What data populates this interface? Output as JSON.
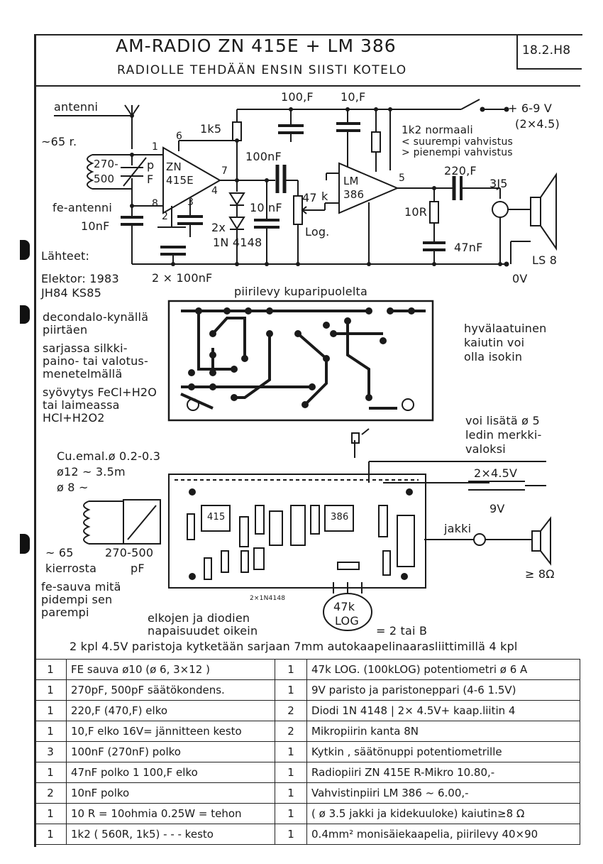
{
  "header": {
    "title": "AM-RADIO    ZN 415E + LM 386",
    "subtitle": "RADIOLLE TEHDÄÄN ENSIN SIISTI KOTELO",
    "date": "18.2.H8"
  },
  "schematic": {
    "labels": {
      "antenna": "antenni",
      "turns": "~65 r.",
      "fe_antenna": "fe-antenni",
      "c_tune_1": "270-",
      "c_tune_2": "500",
      "pf_p": "p",
      "pf_f": "F",
      "c_10nf_left": "10nF",
      "r_1k5": "1k5",
      "c_100nf": "100nF",
      "c_100uf": "100,F",
      "c_10uf": "10,F",
      "c_10nf_mid": "10 nF",
      "pot_47": "47",
      "pot_k": "k",
      "pot_log": "Log.",
      "diodes_1": "2x",
      "diodes_2": "1N  4148",
      "c_2x100nf": "2 × 100nF",
      "ic1_name_1": "ZN",
      "ic1_name_2": "415E",
      "ic2_name_1": "LM",
      "ic2_name_2": "386",
      "note_1k2": "1k2 normaali",
      "note_bigger": "< suurempi vahvistus",
      "note_smaller": "> pienempi vahvistus",
      "supply": "+ 6-9 V",
      "supply_batt": "(2×4.5)",
      "c_220uf": "220,F",
      "jack": "3J5",
      "r_10r": "10R",
      "c_47nf": "47nF",
      "speaker": "LS 8",
      "ground": "0V",
      "pin_1": "1",
      "pin_2": "2",
      "pin_3": "3",
      "pin_4": "4",
      "pin_5": "5",
      "pin_6": "6",
      "pin_7": "7",
      "pin_8": "8"
    }
  },
  "sources": {
    "heading": "Lähteet:",
    "line1": "Elektor: 1983",
    "line2": "JH84 KS85"
  },
  "pcb": {
    "title": "piirilevy kuparipuolelta",
    "notes": [
      "decondalo-kynällä",
      "piirtäen",
      "sarjassa silkki-",
      "paino- tai valotus-",
      "menetelmällä",
      "syövytys FeCl+H2O",
      "tai laimeassa",
      "HCl+H2O2"
    ],
    "speaker_note": [
      "hyvälaatuinen",
      "kaiutin voi",
      "olla isokin"
    ]
  },
  "layout_section": {
    "coil_notes": [
      "Cu.emal.ø 0.2-0.3",
      "ø12 ~ 3.5m",
      "ø 8 ~"
    ],
    "turns_note": [
      "~ 65",
      "kierrosta"
    ],
    "cap_note": [
      "270-500",
      "pF"
    ],
    "rod_note": [
      "fe-sauva mitä",
      "pidempi sen",
      "parempi"
    ],
    "polarity_note": [
      "elkojen ja diodien",
      "napaisuudet oikein"
    ],
    "led_note": [
      "voi lisätä ø 5",
      "ledin merkki-",
      "valoksi"
    ],
    "battery": "2×4.5V",
    "battery_9v": "9V",
    "jack_label": "jakki",
    "speaker_ohm": "≥ 8Ω",
    "pot_label_1": "47k",
    "pot_label_2": "LOG",
    "pot_equals": "= 2 tai B",
    "ic1": "415",
    "ic2": "386",
    "diodes_tiny": "2×1N4148"
  },
  "battery_line": "2 kpl 4.5V paristoja kytketään sarjaan 7mm autokaapelinaarasliittimillä  4 kpl",
  "parts": [
    {
      "q1": "1",
      "d1": "FE sauva  ø10    (ø 6,  3×12 )",
      "q2": "1",
      "d2": "47k LOG. (100kLOG) potentiometri ø 6 A"
    },
    {
      "q1": "1",
      "d1": "270pF, 500pF säätökondens.",
      "q2": "1",
      "d2": "9V paristo ja paristoneppari (4-6  1.5V)"
    },
    {
      "q1": "1",
      "d1": "220,F (470,F) elko",
      "q2": "2",
      "d2": "Diodi  1N 4148  | 2× 4.5V+ kaap.liitin 4"
    },
    {
      "q1": "1",
      "d1": "10,F elko 16V= jännitteen kesto",
      "q2": "2",
      "d2": "Mikropiirin kanta  8N"
    },
    {
      "q1": "3",
      "d1": "100nF  (270nF) polko",
      "q2": "1",
      "d2": "Kytkin , säätönuppi  potentiometrille"
    },
    {
      "q1": "1",
      "d1": "47nF polko    1   100,F elko",
      "q2": "1",
      "d2": "Radiopiiri    ZN 415E    R-Mikro 10.80,-"
    },
    {
      "q1": "2",
      "d1": "10nF  polko",
      "q2": "1",
      "d2": "Vahvistinpiiri   LM 386          ~  6.00,-"
    },
    {
      "q1": "1",
      "d1": "10 R = 10ohmia   0.25W = tehon",
      "q2": "1",
      "d2": "( ø 3.5 jakki  ja kidekuuloke) kaiutin≥8 Ω"
    },
    {
      "q1": "1",
      "d1": "1k2  ( 560R, 1k5) - - -  kesto",
      "q2": "1",
      "d2": "0.4mm² monisäiekaapelia, piirilevy 40×90"
    }
  ]
}
